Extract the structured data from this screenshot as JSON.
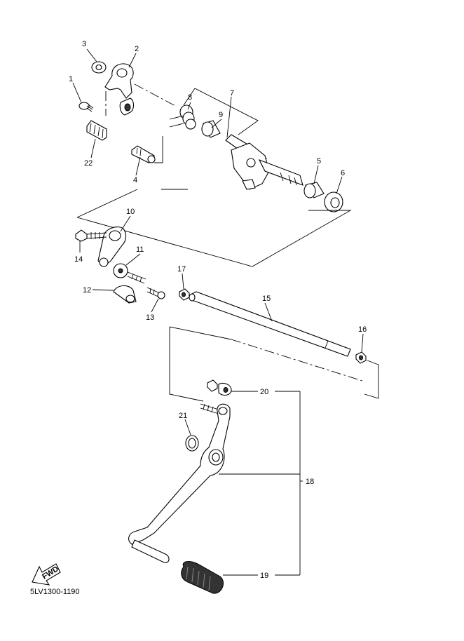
{
  "callouts": [
    {
      "id": "1",
      "text": "1"
    },
    {
      "id": "2",
      "text": "2"
    },
    {
      "id": "3",
      "text": "3"
    },
    {
      "id": "4",
      "text": "4"
    },
    {
      "id": "5",
      "text": "5"
    },
    {
      "id": "6",
      "text": "6"
    },
    {
      "id": "7",
      "text": "7"
    },
    {
      "id": "8",
      "text": "8"
    },
    {
      "id": "9",
      "text": "9"
    },
    {
      "id": "10",
      "text": "10"
    },
    {
      "id": "11",
      "text": "11"
    },
    {
      "id": "12",
      "text": "12"
    },
    {
      "id": "13",
      "text": "13"
    },
    {
      "id": "14",
      "text": "14"
    },
    {
      "id": "15",
      "text": "15"
    },
    {
      "id": "16",
      "text": "16"
    },
    {
      "id": "17",
      "text": "17"
    },
    {
      "id": "18",
      "text": "18"
    },
    {
      "id": "19",
      "text": "19"
    },
    {
      "id": "20",
      "text": "20"
    },
    {
      "id": "21",
      "text": "21"
    },
    {
      "id": "22",
      "text": "22"
    }
  ],
  "fwd_label": "FWD",
  "diagram_code": "5LV1300-1190"
}
